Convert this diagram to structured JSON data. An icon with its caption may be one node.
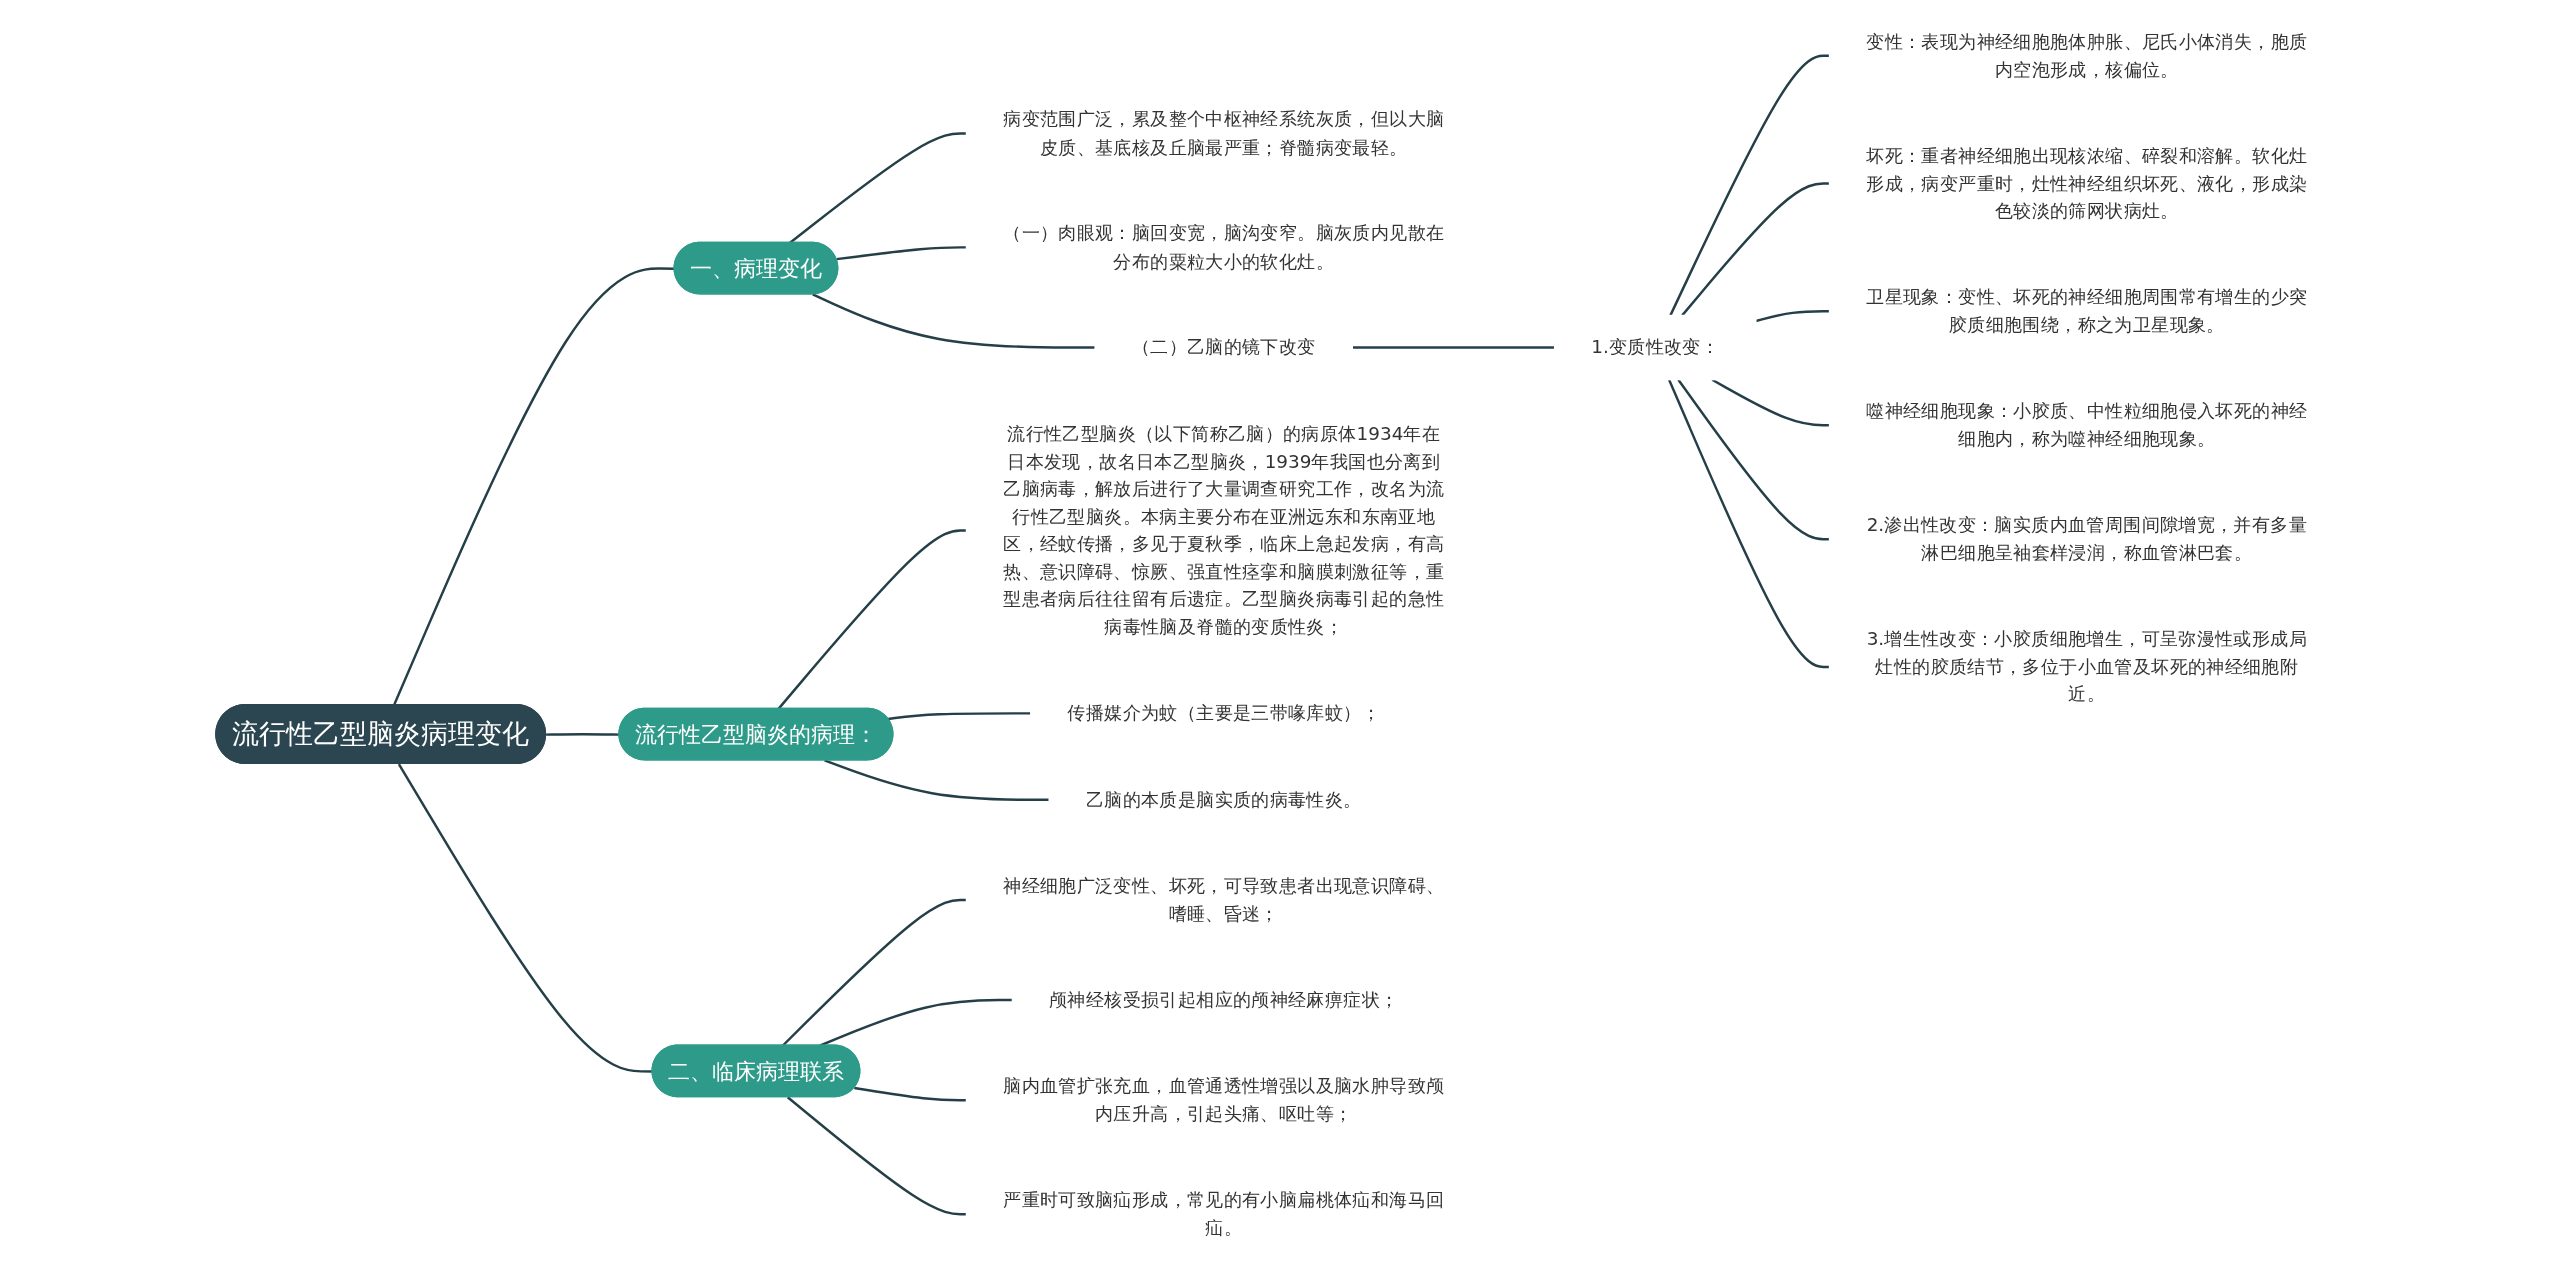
{
  "diagram": {
    "nodes": [
      {
        "text": [
          "流行性乙型脑炎病理变化"
        ]
      },
      {
        "text": [
          "一、病理变化"
        ]
      },
      {
        "text": [
          "病变范围广泛，累及整个中枢神经系统灰质，但以大脑皮质、基底核及丘脑最严重；脊髓病变最轻。"
        ]
      },
      {
        "text": [
          "（一）肉眼观：脑回变宽，脑沟变窄。脑灰质内见散在分布的粟粒大小的软化灶。"
        ]
      },
      {
        "text": [
          "（二）乙脑的镜下改变"
        ]
      },
      {
        "text": [
          "1.变质性改变："
        ]
      },
      {
        "text": [
          "变性：表现为神经细胞胞体肿胀、尼氏小体消失，胞质内空泡形成，核偏位。"
        ]
      },
      {
        "text": [
          "坏死：重者神经细胞出现核浓缩、碎裂和溶解。软化灶形成，病变严重时，灶性神经组织坏死、液化，形成染色较淡的筛网状病灶。"
        ]
      },
      {
        "text": [
          "卫星现象：变性、坏死的神经细胞周围常有增生的少突胶质细胞围绕，称之为卫星现象。"
        ]
      },
      {
        "text": [
          "噬神经细胞现象：小胶质、中性粒细胞侵入坏死的神经细胞内，称为噬神经细胞现象。"
        ]
      },
      {
        "text": [
          "2.渗出性改变：脑实质内血管周围间隙增宽，并有多量淋巴细胞呈袖套样浸润，称血管淋巴套。"
        ]
      },
      {
        "text": [
          "3.增生性改变：小胶质细胞增生，可呈弥漫性或形成局灶性的胶质结节，多位于小血管及坏死的神经细胞附近。"
        ]
      },
      {
        "text": [
          "流行性乙型脑炎的病理："
        ]
      },
      {
        "text": [
          "流行性乙型脑炎（以下简称乙脑）的病原体1934年在日本发现，故名日本乙型脑炎，1939年我国也分离到乙脑病毒，解放后进行了大量调查研究工作，改名为流行性乙型脑炎。本病主要分布在亚洲远东和东南亚地区，经蚊传播，多见于夏秋季，临床上急起发病，有高热、意识障碍、惊厥、强直性痉挛和脑膜刺激征等，重型患者病后往往留有后遗症。乙型脑炎病毒引起的急性病毒性脑及脊髓的变质性炎；"
        ]
      },
      {
        "text": [
          "传播媒介为蚊（主要是三带喙库蚊）；"
        ]
      },
      {
        "text": [
          "乙脑的本质是脑实质的病毒性炎。"
        ]
      },
      {
        "text": [
          "二、临床病理联系"
        ]
      },
      {
        "text": [
          "神经细胞广泛变性、坏死，可导致患者出现意识障碍、嗜睡、昏迷；"
        ]
      },
      {
        "text": [
          "颅神经核受损引起相应的颅神经麻痹症状；"
        ]
      },
      {
        "text": [
          "脑内血管扩张充血，血管通透性增强以及脑水肿导致颅内压升高，引起头痛、呕吐等；"
        ]
      },
      {
        "text": [
          "严重时可致脑疝形成，常见的有小脑扁桃体疝和海马回疝。"
        ]
      }
    ],
    "edges": [
      {
        "from": 0,
        "to": 1,
        "arrow": "none"
      },
      {
        "from": 1,
        "to": 2,
        "arrow": "none"
      },
      {
        "from": 1,
        "to": 3,
        "arrow": "none"
      },
      {
        "from": 1,
        "to": 4,
        "arrow": "none"
      },
      {
        "from": 4,
        "to": 5,
        "arrow": "none"
      },
      {
        "from": 5,
        "to": 6,
        "arrow": "none"
      },
      {
        "from": 5,
        "to": 7,
        "arrow": "none"
      },
      {
        "from": 5,
        "to": 8,
        "arrow": "none"
      },
      {
        "from": 5,
        "to": 9,
        "arrow": "none"
      },
      {
        "from": 5,
        "to": 10,
        "arrow": "none"
      },
      {
        "from": 5,
        "to": 11,
        "arrow": "none"
      },
      {
        "from": 0,
        "to": 12,
        "arrow": "none"
      },
      {
        "from": 12,
        "to": 13,
        "arrow": "none"
      },
      {
        "from": 12,
        "to": 14,
        "arrow": "none"
      },
      {
        "from": 12,
        "to": 15,
        "arrow": "none"
      },
      {
        "from": 0,
        "to": 16,
        "arrow": "none"
      },
      {
        "from": 16,
        "to": 17,
        "arrow": "none"
      },
      {
        "from": 16,
        "to": 18,
        "arrow": "none"
      },
      {
        "from": 16,
        "to": 19,
        "arrow": "none"
      },
      {
        "from": 16,
        "to": 20,
        "arrow": "none"
      }
    ]
  }
}
